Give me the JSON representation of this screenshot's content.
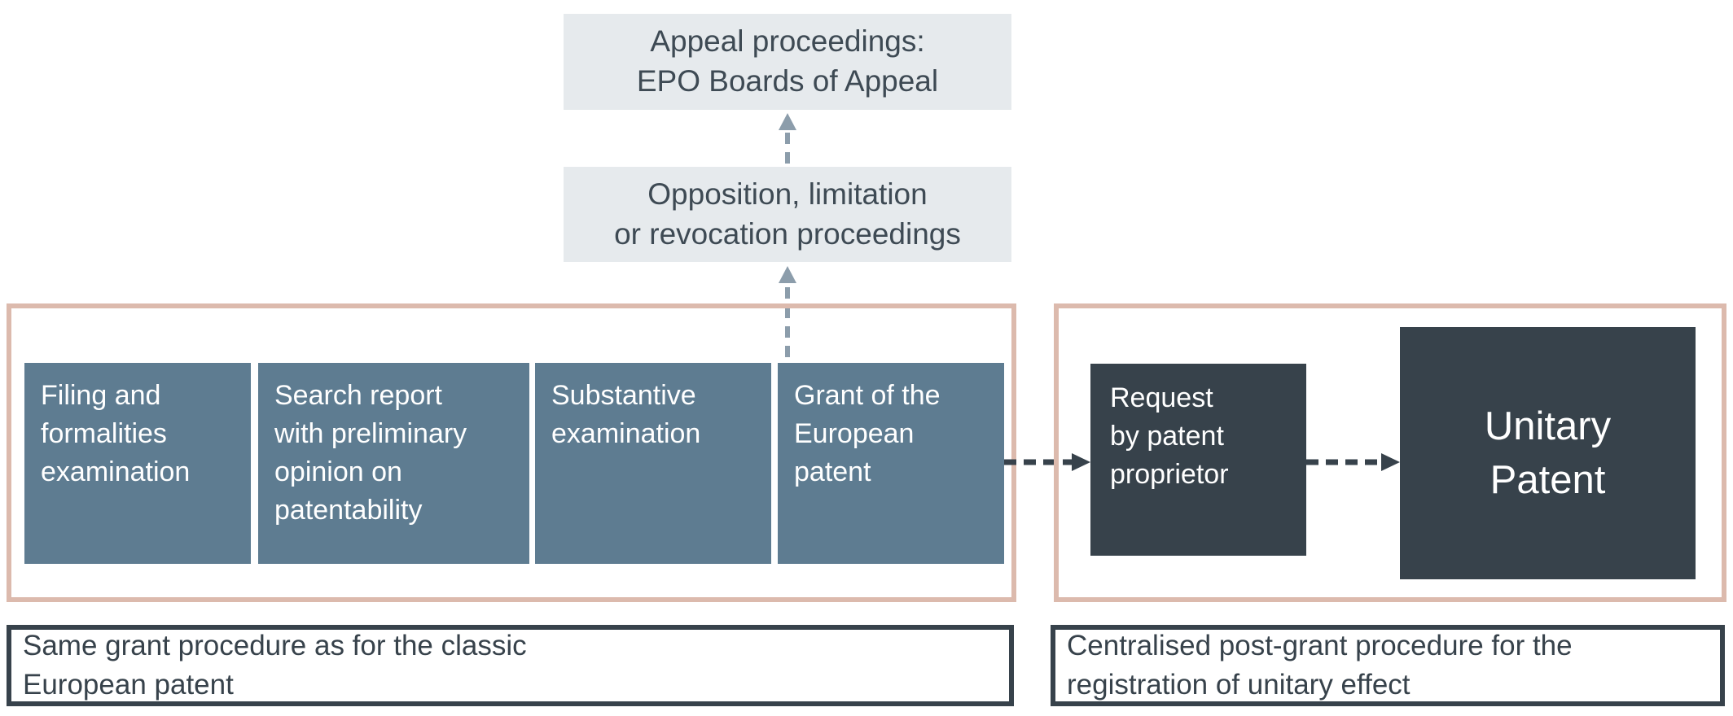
{
  "colors": {
    "light_box_bg": "#e6eaed",
    "blue_box_bg": "#5e7c91",
    "dark_box_bg": "#37424b",
    "group_border": "#dcbaad",
    "caption_border": "#37424b",
    "arrow_light": "#8c9dab",
    "arrow_dark": "#37424b",
    "text_dark": "#3e4a54",
    "text_light": "#ffffff"
  },
  "top_flow": {
    "appeal_box": "Appeal proceedings:\nEPO Boards of Appeal",
    "opposition_box": "Opposition, limitation\nor revocation proceedings"
  },
  "grant_group": {
    "steps": [
      {
        "label": "Filing and\nformalities\nexamination"
      },
      {
        "label": "Search report\nwith preliminary\nopinion on\npatentability"
      },
      {
        "label": "Substantive\nexamination"
      },
      {
        "label": "Grant of the\nEuropean\npatent"
      }
    ],
    "caption": "Same grant procedure as for the classic\nEuropean patent"
  },
  "unitary_group": {
    "steps": [
      {
        "label": "Request\nby patent\nproprietor"
      },
      {
        "label": "Unitary\nPatent"
      }
    ],
    "caption": "Centralised post-grant procedure for the\nregistration of unitary effect"
  }
}
